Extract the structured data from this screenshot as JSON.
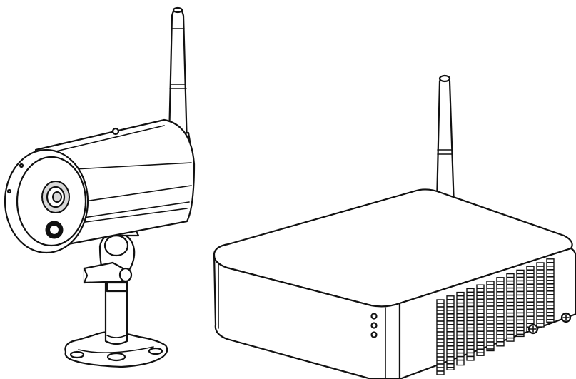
{
  "illustration": {
    "objects": [
      "wireless-camera",
      "wireless-receiver"
    ],
    "colors": {
      "line": "#111111",
      "fill": "#ffffff",
      "lens-gray": "#d8d8d8"
    },
    "receiver": {
      "led_count": 3,
      "vent_columns": 12
    }
  }
}
